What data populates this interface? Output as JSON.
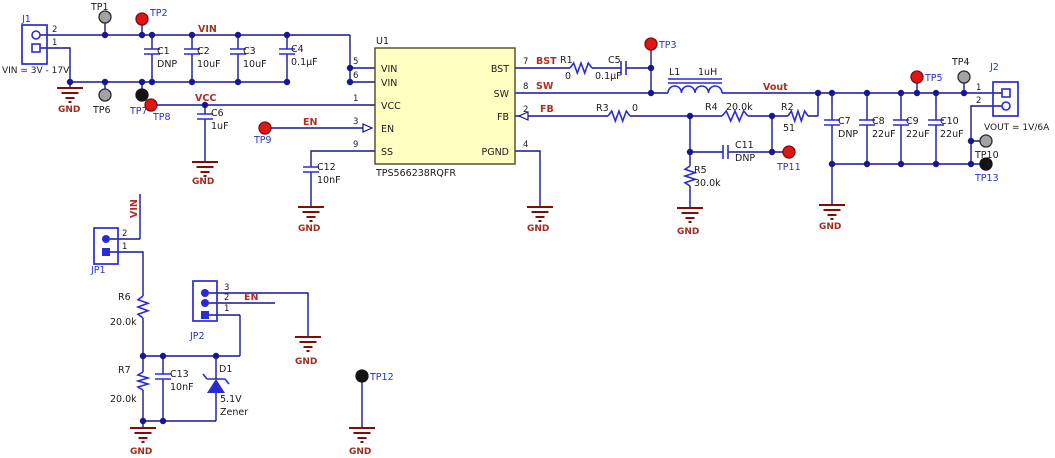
{
  "colors": {
    "wire": "#17178F",
    "symbol": "#2B2BD4",
    "net_label": "#B02E25",
    "gnd": "#7E0E08",
    "ic_fill": "#FFFFC2",
    "tp_gray": "#A3A3A3",
    "tp_red": "#E21414",
    "tp_black": "#141414",
    "tp_label_blue": "#2433C4"
  },
  "j1": {
    "ref": "J1",
    "note": "VIN = 3V - 17V",
    "pin1": "1",
    "pin2": "2"
  },
  "j2": {
    "ref": "J2",
    "note": "VOUT = 1V/6A",
    "pin1": "1",
    "pin2": "2"
  },
  "jp1": {
    "ref": "JP1",
    "pin1": "1",
    "pin2": "2"
  },
  "jp2": {
    "ref": "JP2",
    "pin1": "1",
    "pin2": "2",
    "pin3": "3"
  },
  "u1": {
    "ref": "U1",
    "part": "TPS566238RQFR",
    "pin_numbers": {
      "vin1": "5",
      "vin2": "6",
      "vcc": "1",
      "en": "3",
      "ss": "9",
      "bst": "7",
      "sw": "8",
      "fb": "2",
      "pgnd": "4"
    },
    "pin_names": {
      "vin1": "VIN",
      "vin2": "VIN",
      "vcc": "VCC",
      "en": "EN",
      "ss": "SS",
      "bst": "BST",
      "sw": "SW",
      "fb": "FB",
      "pgnd": "PGND"
    }
  },
  "nets": {
    "vin": "VIN",
    "vcc": "VCC",
    "en": "EN",
    "bst": "BST",
    "sw": "SW",
    "fb": "FB",
    "vout": "Vout",
    "vin_jumper": "VIN",
    "en_jumper": "EN",
    "gnd": "GND"
  },
  "components": {
    "c1": {
      "ref": "C1",
      "value": "DNP"
    },
    "c2": {
      "ref": "C2",
      "value": "10uF"
    },
    "c3": {
      "ref": "C3",
      "value": "10uF"
    },
    "c4": {
      "ref": "C4",
      "value": "0.1µF"
    },
    "c5": {
      "ref": "C5",
      "value": "0.1µF"
    },
    "c6": {
      "ref": "C6",
      "value": "1uF"
    },
    "c7": {
      "ref": "C7",
      "value": "DNP"
    },
    "c8": {
      "ref": "C8",
      "value": "22uF"
    },
    "c9": {
      "ref": "C9",
      "value": "22uF"
    },
    "c10": {
      "ref": "C10",
      "value": "22uF"
    },
    "c11": {
      "ref": "C11",
      "value": "DNP"
    },
    "c12": {
      "ref": "C12",
      "value": "10nF"
    },
    "c13": {
      "ref": "C13",
      "value": "10nF"
    },
    "r1": {
      "ref": "R1",
      "value": "0"
    },
    "r2": {
      "ref": "R2",
      "value": "51"
    },
    "r3": {
      "ref": "R3",
      "value": "0"
    },
    "r4": {
      "ref": "R4",
      "value": "20.0k"
    },
    "r5": {
      "ref": "R5",
      "value": "30.0k"
    },
    "r6": {
      "ref": "R6",
      "value": "20.0k"
    },
    "r7": {
      "ref": "R7",
      "value": "20.0k"
    },
    "l1": {
      "ref": "L1",
      "value": "1uH"
    },
    "d1": {
      "ref": "D1",
      "value": "5.1V",
      "type": "Zener"
    }
  },
  "testpoints": {
    "tp1": "TP1",
    "tp2": "TP2",
    "tp3": "TP3",
    "tp4": "TP4",
    "tp5": "TP5",
    "tp6": "TP6",
    "tp7": "TP7",
    "tp8": "TP8",
    "tp9": "TP9",
    "tp10": "TP10",
    "tp11": "TP11",
    "tp12": "TP12",
    "tp13": "TP13"
  }
}
